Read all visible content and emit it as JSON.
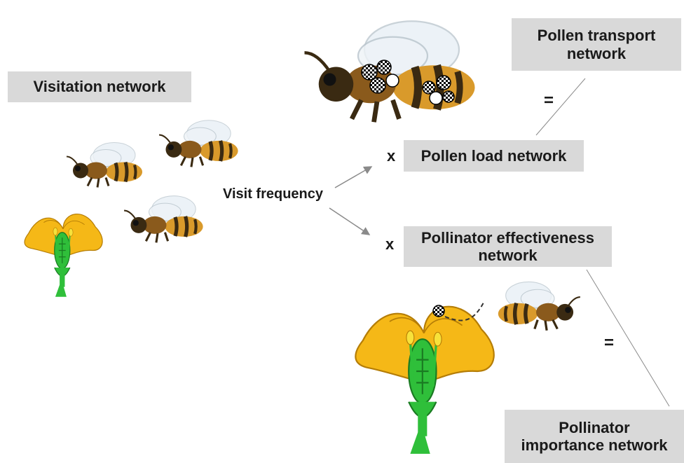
{
  "labels": {
    "visitation": "Visitation network",
    "pollen_transport_line1": "Pollen transport",
    "pollen_transport_line2": "network",
    "pollen_load": "Pollen load network",
    "effectiveness_line1": "Pollinator effectiveness",
    "effectiveness_line2": "network",
    "importance_line1": "Pollinator",
    "importance_line2": "importance network",
    "visit_frequency": "Visit frequency"
  },
  "operators": {
    "times_top": "x",
    "times_bottom": "x",
    "equals_top": "=",
    "equals_bottom": "="
  },
  "colors": {
    "label_box": "#d9d9d9",
    "petal": "#f5b817",
    "stem": "#2fbf3a",
    "bee_body": "#d99a2b"
  }
}
